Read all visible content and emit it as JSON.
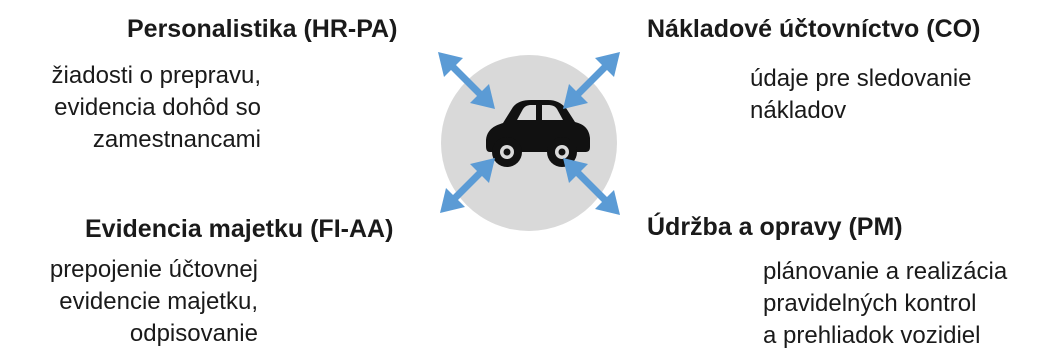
{
  "modules": {
    "hr": {
      "title": "Personalistika (HR-PA)",
      "lines": [
        "žiadosti o prepravu,",
        "evidencia dohôd so",
        "zamestnancami"
      ]
    },
    "co": {
      "title": "Nákladové účtovníctvo (CO)",
      "lines": [
        "údaje pre sledovanie",
        "nákladov"
      ]
    },
    "fi": {
      "title": "Evidencia majetku (FI-AA)",
      "lines": [
        "prepojenie účtovnej",
        "evidencie majetku,",
        "odpisovanie"
      ]
    },
    "pm": {
      "title": "Údržba a opravy (PM)",
      "lines": [
        "plánovanie a realizácia",
        "pravidelných kontrol",
        "a prehliadok vozidiel"
      ]
    }
  },
  "center": {
    "icon": "car-icon"
  },
  "colors": {
    "circle": "#d9d9d9",
    "arrow": "#5b9bd5",
    "car": "#111111"
  }
}
